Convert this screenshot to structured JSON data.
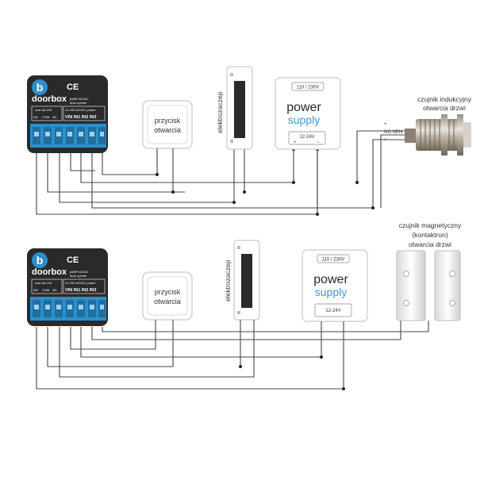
{
  "colors": {
    "module_body": "#2a2a2c",
    "terminal": "#2e8fc6",
    "power_blue": "#3d9bd6",
    "wire": "#444444",
    "box_border": "#c9c9c9"
  },
  "device": {
    "brand": "doorbox",
    "logo_letter": "b",
    "certification": "CE",
    "model_line1": "µWiFi AC/DC",
    "model_line2": "door opener",
    "relay_rating": "max 5A 24V",
    "relay_terminals": [
      "NO",
      "COM",
      "NC"
    ],
    "power_note": "12-24V AC/DC power",
    "input_terminals": "VIN IN1 IN2 IN3"
  },
  "top": {
    "button": {
      "line1": "przycisk",
      "line2": "otwarcia"
    },
    "lock_label": "elektrozaczep",
    "psu": {
      "input": "110 / 230V",
      "word1": "power",
      "word2": "supply",
      "output": "12-24V",
      "plus": "+",
      "minus": "−"
    },
    "sensor": {
      "title_line1": "czujnik indukcyjny",
      "title_line2": "otwarcia drzwi",
      "plus": "+",
      "no_npn": "NO NPN",
      "minus": "−"
    }
  },
  "bottom": {
    "button": {
      "line1": "przycisk",
      "line2": "otwarcia"
    },
    "lock_label": "elektrozaczep",
    "psu": {
      "input": "110 / 230V",
      "word1": "power",
      "word2": "supply",
      "output": "12-24V"
    },
    "sensor": {
      "title_line1": "czujnik magnetyczny",
      "title_line2": "(kontaktron)",
      "title_line3": "otwarcia drzwi"
    }
  }
}
